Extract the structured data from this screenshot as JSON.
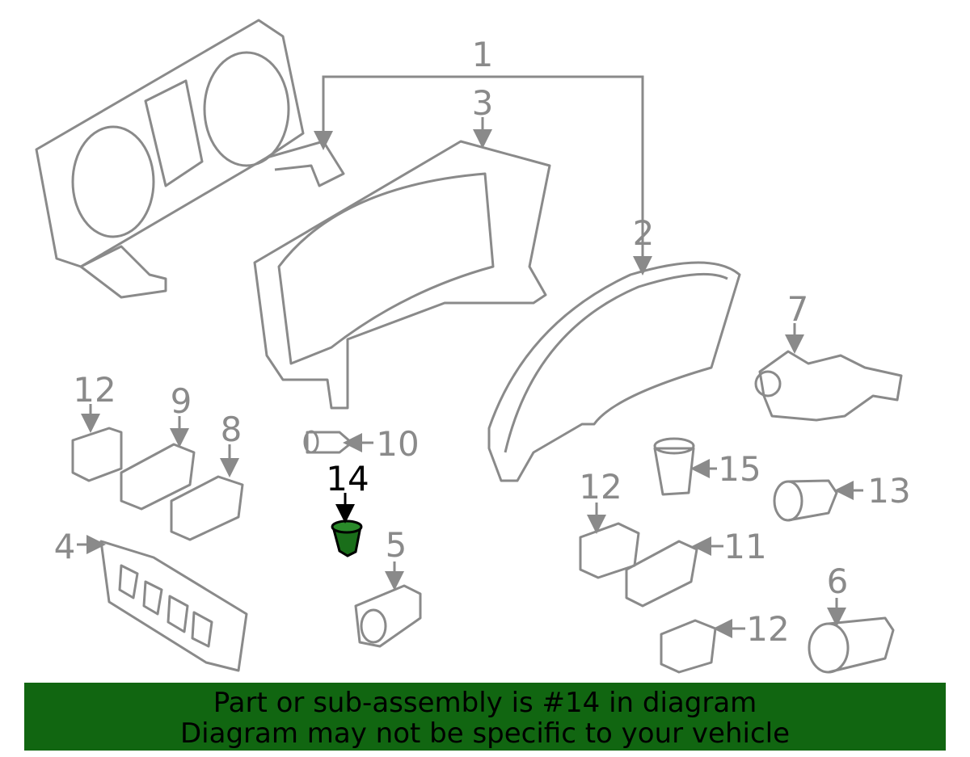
{
  "callouts": {
    "c1": "1",
    "c3": "3",
    "c2": "2",
    "c7": "7",
    "c12a": "12",
    "c9": "9",
    "c8": "8",
    "c10": "10",
    "c14": "14",
    "c15": "15",
    "c13": "13",
    "c12b": "12",
    "c11": "11",
    "c4": "4",
    "c5": "5",
    "c6": "6",
    "c12c": "12"
  },
  "highlight": {
    "part_number": "14",
    "color": "#116611"
  },
  "banner": {
    "line1": "Part or sub-assembly is #14 in diagram",
    "line2": "Diagram may not be specific to your vehicle"
  }
}
